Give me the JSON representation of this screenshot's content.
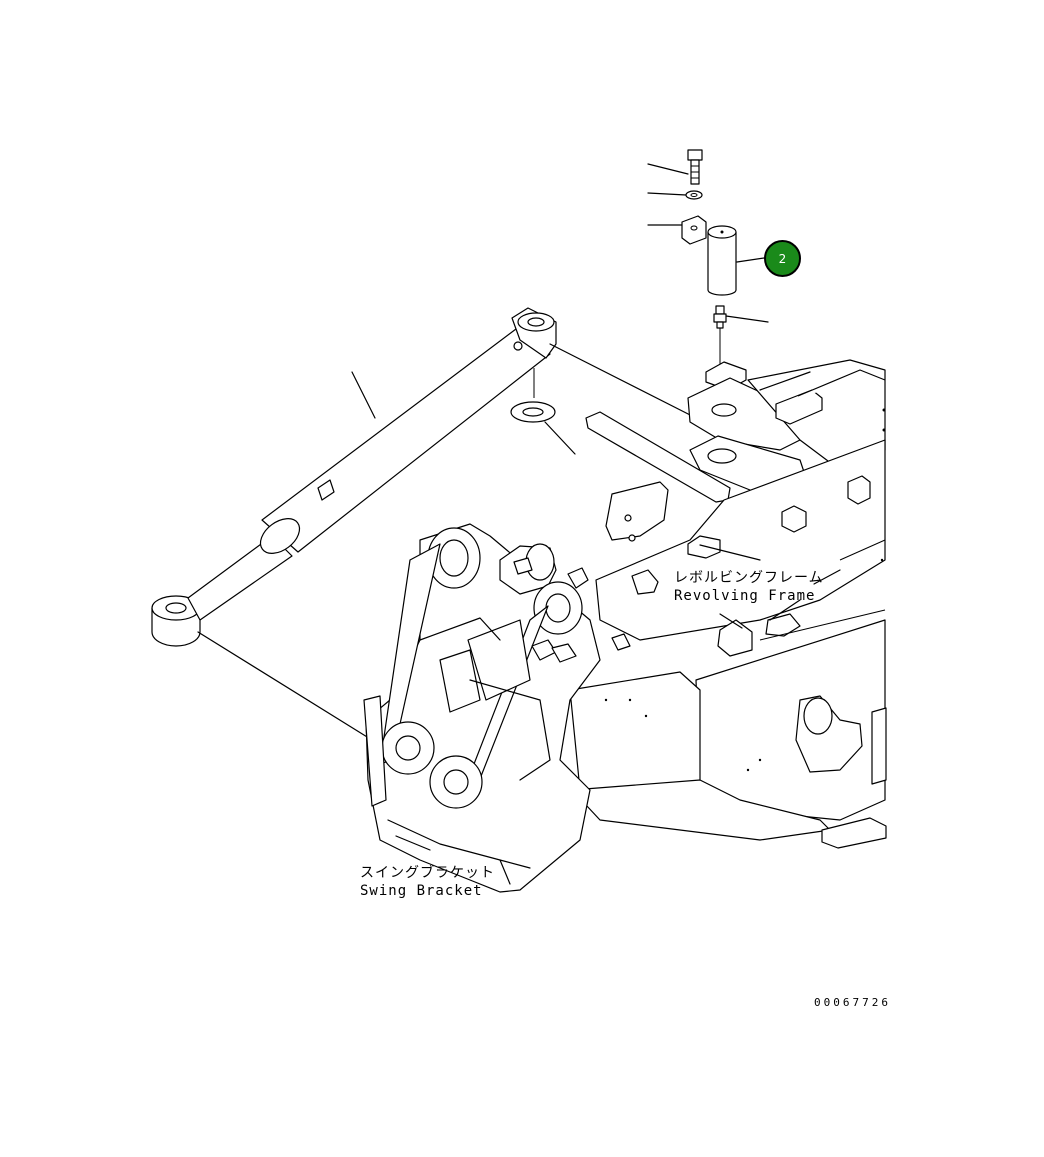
{
  "labels": {
    "revolving_frame_jp": "レボルビングフレーム",
    "revolving_frame_en": "Revolving Frame",
    "swing_bracket_jp": "スイングブラケット",
    "swing_bracket_en": "Swing Bracket"
  },
  "callout": {
    "number": "2",
    "color": "#1a8a1a"
  },
  "drawing_code": "00067726"
}
